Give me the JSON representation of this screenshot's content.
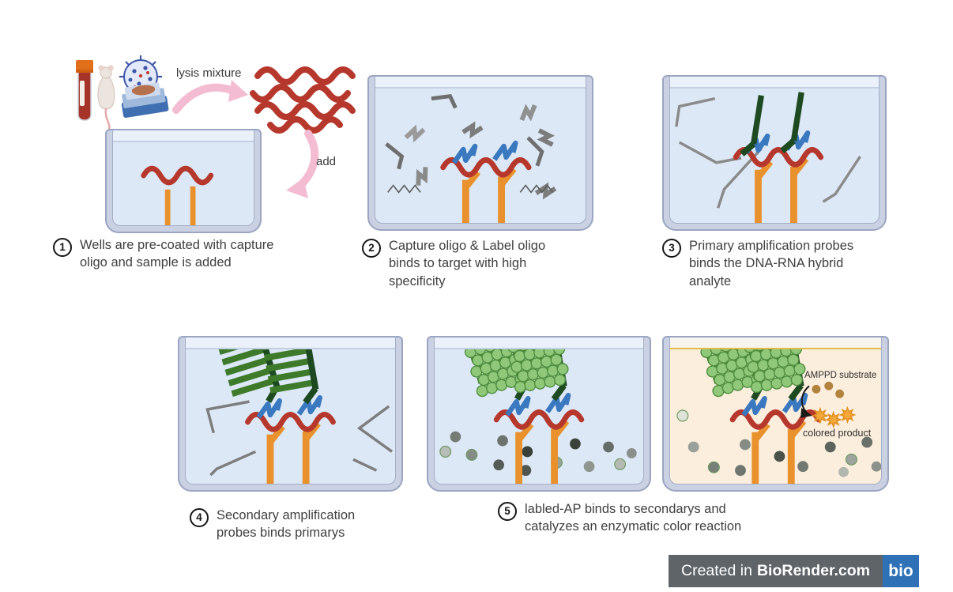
{
  "intro": {
    "lysis_arrow_label": "lysis mixture",
    "add_arrow_label": "add",
    "specimen_icons": [
      "blood-tube",
      "mouse",
      "virus",
      "tissue-cassette"
    ]
  },
  "steps": [
    {
      "num": "1",
      "text": "Wells are pre-coated with capture oligo and sample is added"
    },
    {
      "num": "2",
      "text": "Capture oligo & Label oligo binds to target with high specificity"
    },
    {
      "num": "3",
      "text": "Primary amplification probes binds the DNA-RNA hybrid analyte"
    },
    {
      "num": "4",
      "text": "Secondary amplification probes binds primarys"
    },
    {
      "num": "5",
      "text": "labled-AP binds to secondarys and catalyzes an enzymatic color reaction"
    }
  ],
  "reaction_labels": {
    "substrate": "AMPPD substrate",
    "product": "colored product"
  },
  "footer": {
    "created_prefix": "Created in",
    "brand": "BioRender.com",
    "logo_text": "bio"
  },
  "colors": {
    "target_rna": "#b6382d",
    "capture_oligo": "#e8912d",
    "label_oligo": "#3a78bf",
    "primary_probe": "#1e4a22",
    "secondary_probe": "#3d7a2a",
    "ap_enzyme": "#8ec878",
    "well_liquid": "#dce8f6",
    "final_well_liquid": "#fbeedd",
    "substrate_dot": "#b3823e",
    "product_star": "#f5a93c",
    "pink_arrow": "#f4bcd2",
    "footer_bg": "#5f6469",
    "logo_bg": "#2f71b6"
  }
}
